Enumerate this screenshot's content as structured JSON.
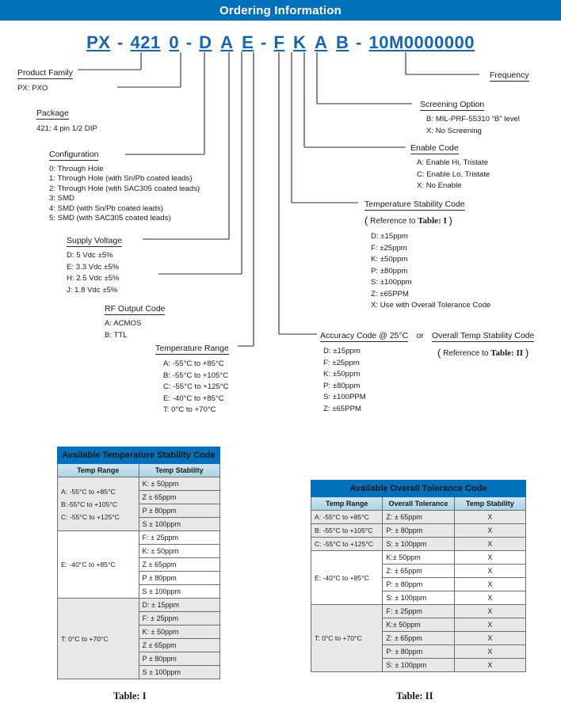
{
  "header": {
    "title": "Ordering Information"
  },
  "part_number": {
    "segments": [
      "PX",
      "421",
      "0",
      "D",
      "A",
      "E",
      "F",
      "K",
      "A",
      "B",
      "10M0000000"
    ],
    "display": "PX - 421 0 - D A E - F K A B - 10M0000000"
  },
  "callouts": {
    "product_family": {
      "title": "Product Family",
      "items": [
        "PX: PXO"
      ]
    },
    "package": {
      "title": "Package",
      "items": [
        "421: 4 pin 1/2 DIP"
      ]
    },
    "configuration": {
      "title": "Configuration",
      "items": [
        "0: Through Hole",
        "1: Through Hole (with Sn/Pb coated leads)",
        "2: Through Hole (with SAC305 coated leads)",
        "3: SMD",
        "4: SMD (with Sn/Pb coated leads)",
        "5: SMD (with SAC305 coated leads)"
      ]
    },
    "supply_voltage": {
      "title": "Supply Voltage",
      "items": [
        "D: 5 Vdc ±5%",
        "E: 3.3 Vdc ±5%",
        "H: 2.5 Vdc ±5%",
        "J: 1.8 Vdc ±5%"
      ]
    },
    "rf_output_code": {
      "title": "RF Output Code",
      "items": [
        "A: ACMOS",
        "B: TTL"
      ]
    },
    "temperature_range": {
      "title": "Temperature Range",
      "items": [
        "A: -55°C to +85°C",
        "B: -55°C to +105°C",
        "C: -55°C to +125°C",
        "E: -40°C to +85°C",
        "T: 0°C to +70°C"
      ]
    },
    "frequency": {
      "title": "Frequency"
    },
    "screening_option": {
      "title": "Screening Option",
      "items": [
        "B: MIL-PRF-55310 “B” level",
        "X: No Screening"
      ]
    },
    "enable_code": {
      "title": "Enable Code",
      "items": [
        "A: Enable Hi, Tristate",
        "C: Enable Lo, Tristate",
        "X: No Enable"
      ]
    },
    "temperature_stability_code": {
      "title": "Temperature Stability Code",
      "reference_prefix": "Reference to",
      "reference_table": "Table: I",
      "items": [
        "D: ±15ppm",
        "F: ±25ppm",
        "K: ±50ppm",
        "P: ±80ppm",
        "S: ±100ppm",
        "Z: ±65PPM",
        "X: Use with Overall Tolerance Code"
      ]
    },
    "accuracy_code": {
      "title": "Accuracy Code @ 25°C",
      "or_label": "or",
      "alt_title": "Overall Temp Stability Code",
      "reference_prefix": "Reference to",
      "reference_table": "Table: II",
      "items": [
        "D: ±15ppm",
        "F: ±25ppm",
        "K: ±50ppm",
        "P: ±80ppm",
        "S: ±100PPM",
        "Z: ±65PPM"
      ]
    }
  },
  "table_one": {
    "title": "Available Temperature Stability Code",
    "caption": "Table: I",
    "columns": [
      "Temp Range",
      "Temp Stability"
    ],
    "groups": [
      {
        "shaded": true,
        "ranges": [
          "A: -55°C to +85°C",
          "B:-55°C to +105°C",
          "C: -55°C to +125°C"
        ],
        "stability": [
          "K: ± 50ppm",
          "Z ± 65ppm",
          "P ± 80ppm",
          "S ± 100ppm"
        ]
      },
      {
        "shaded": false,
        "ranges": [
          "E: -40°C to +85°C"
        ],
        "stability": [
          "F: ± 25ppm",
          "K: ± 50ppm",
          "Z ± 65ppm",
          "P ± 80ppm",
          "S ± 100ppm"
        ]
      },
      {
        "shaded": true,
        "ranges": [
          "T: 0°C to +70°C"
        ],
        "stability": [
          "D: ± 15ppm",
          "F: ± 25ppm",
          "K: ± 50ppm",
          "Z ± 65ppm",
          "P ± 80ppm",
          "S ± 100ppm"
        ]
      }
    ]
  },
  "table_two": {
    "title": "Available Overall Tolerance Code",
    "caption": "Table:  II",
    "columns": [
      "Temp Range",
      "Overall Tolerance",
      "Temp Stability"
    ],
    "groups": [
      {
        "shaded": true,
        "ranges": [
          "A: -55°C to +85°C",
          "B: -55°C to +105°C",
          "C: -55°C to +125°C"
        ],
        "rows": [
          {
            "tolerance": "Z: ± 65ppm",
            "stability": "X"
          },
          {
            "tolerance": "P: ± 80ppm",
            "stability": "X"
          },
          {
            "tolerance": "S: ± 100ppm",
            "stability": "X"
          }
        ]
      },
      {
        "shaded": false,
        "ranges": [
          "E: -40°C to +85°C"
        ],
        "rows": [
          {
            "tolerance": "K:± 50ppm",
            "stability": "X"
          },
          {
            "tolerance": "Z: ± 65ppm",
            "stability": "X"
          },
          {
            "tolerance": "P: ± 80ppm",
            "stability": "X"
          },
          {
            "tolerance": "S: ± 100ppm",
            "stability": "X"
          }
        ]
      },
      {
        "shaded": true,
        "ranges": [
          "T: 0°C to +70°C"
        ],
        "rows": [
          {
            "tolerance": "F: ± 25ppm",
            "stability": "X"
          },
          {
            "tolerance": "K:± 50ppm",
            "stability": "X"
          },
          {
            "tolerance": "Z: ± 65ppm",
            "stability": "X"
          },
          {
            "tolerance": "P: ± 80ppm",
            "stability": "X"
          },
          {
            "tolerance": "S: ± 100ppm",
            "stability": "X"
          }
        ]
      }
    ]
  },
  "colors": {
    "brand_blue": "#0270ba",
    "part_number_blue": "#1565b0"
  }
}
